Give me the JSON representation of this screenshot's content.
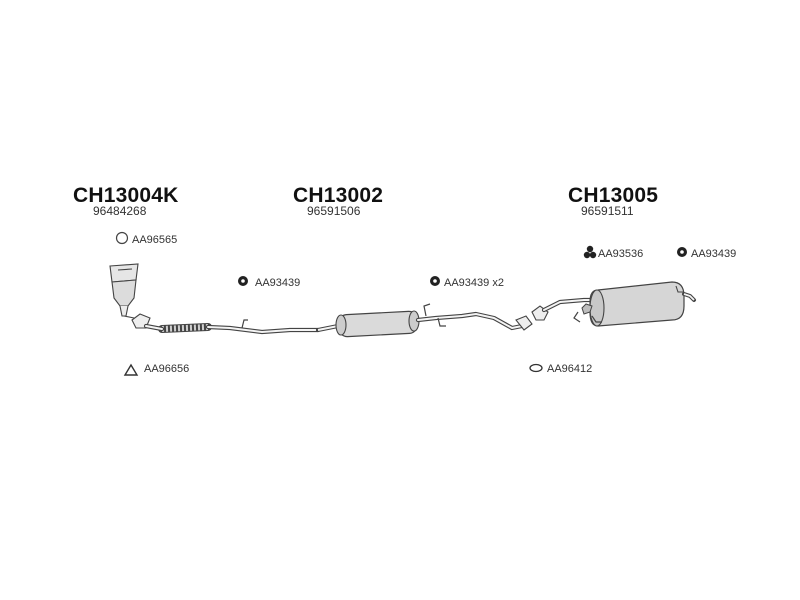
{
  "sections": {
    "front": {
      "code": "CH13004K",
      "oem": "96484268"
    },
    "middle": {
      "code": "CH13002",
      "oem": "96591506"
    },
    "rear": {
      "code": "CH13005",
      "oem": "96591511"
    }
  },
  "parts": {
    "front_ring": "AA96565",
    "front_gasket": "AA96656",
    "middle_rubber": "AA93439",
    "middle_rubber_x2": "AA93439 x2",
    "rear_clamp": "AA93536",
    "rear_rubber": "AA93439",
    "rear_gasket": "AA96412"
  },
  "colors": {
    "line": "#444444",
    "fill_dark": "#d4d4d4",
    "fill_light": "#f2f2f2",
    "icon": "#222222"
  }
}
